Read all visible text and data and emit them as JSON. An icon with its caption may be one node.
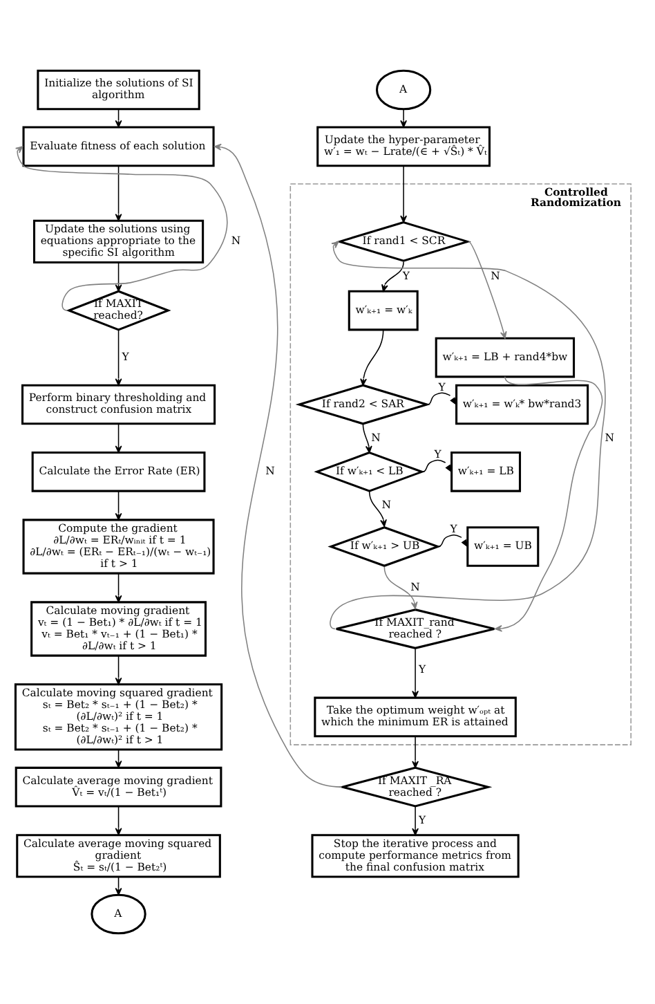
{
  "diagram": {
    "nodes": [
      {
        "text": [
          "Initialize the solutions of SI algorithm"
        ]
      },
      {
        "text": [
          "Evaluate fitness of each solution"
        ]
      },
      {
        "text": [
          "Update the solutions using equations appropriate to the specific SI algorithm"
        ]
      },
      {
        "text": [
          "If MAXIT reached?"
        ]
      },
      {
        "text": [
          "Perform binary thresholding and construct confusion matrix"
        ]
      },
      {
        "text": [
          "Calculate the Error Rate (ER)"
        ]
      },
      {
        "text": [
          "Compute the gradient",
          "∂L/∂wₜ = ERₜ/wᵢₙᵢₜ if t = 1",
          "∂L/∂wₜ = (ERₜ − ERₜ₋₁)/(wₜ − wₜ₋₁) if t > 1"
        ]
      },
      {
        "text": [
          "Calculate moving gradient",
          "vₜ = (1 − Bet₁) * ∂L/∂wₜ if t = 1",
          "vₜ = Bet₁ * vₜ₋₁ + (1 − Bet₁) * ∂L/∂wₜ if t > 1"
        ]
      },
      {
        "text": [
          "Calculate moving squared gradient",
          "sₜ = Bet₂ * sₜ₋₁ + (1 − Bet₂) * (∂L/∂wₜ)² if t = 1",
          "sₜ = Bet₂ * sₜ₋₁ + (1 − Bet₂) * (∂L/∂wₜ)² if t > 1"
        ]
      },
      {
        "text": [
          "Calculate average moving gradient",
          "V̂ₜ = vₜ/(1 − Bet₁ᵗ)"
        ]
      },
      {
        "text": [
          "Calculate average moving squared gradient",
          "Ŝₜ = sₜ/(1 − Bet₂ᵗ)"
        ]
      },
      {
        "text": [
          "A"
        ]
      },
      {
        "text": [
          "A"
        ]
      },
      {
        "text": [
          "Update the hyper-parameter",
          "w′₁ = wₜ − Lrate/(∈ + √Ŝₜ) * V̂ₜ"
        ]
      },
      {
        "text": [
          "Controlled Randomization"
        ]
      },
      {
        "text": [
          "If rand1 < SCR"
        ],
        "in": 14
      },
      {
        "text": [
          "w′ₖ₊₁ = w′ₖ"
        ],
        "in": 14
      },
      {
        "text": [
          "If rand2 < SAR"
        ],
        "in": 14
      },
      {
        "text": [
          "w′ₖ₊₁ = w′ₖ* bw*rand3"
        ],
        "in": 14
      },
      {
        "text": [
          "If w′ₖ₊₁ < LB"
        ],
        "in": 14
      },
      {
        "text": [
          "w′ₖ₊₁ = LB"
        ],
        "in": 14
      },
      {
        "text": [
          "If w′ₖ₊₁ > UB"
        ],
        "in": 14
      },
      {
        "text": [
          "w′ₖ₊₁ = UB"
        ],
        "in": 14
      },
      {
        "text": [
          "w′ₖ₊₁ = LB + rand4*bw"
        ],
        "in": 14
      },
      {
        "text": [
          "If MAXIT_rand reached ?"
        ],
        "in": 14
      },
      {
        "text": [
          "Take the optimum weight w′ₒₚₜ at which the minimum ER is attained"
        ],
        "in": 14
      },
      {
        "text": [
          "If MAXIT _RA reached ?"
        ]
      },
      {
        "text": [
          "Stop the iterative process and compute performance metrics from the final confusion matrix"
        ]
      }
    ],
    "edges": [
      {
        "from": 0,
        "to": 1,
        "arrow": "to"
      },
      {
        "from": 1,
        "to": 2,
        "arrow": "to"
      },
      {
        "from": 2,
        "to": 3,
        "arrow": "to"
      },
      {
        "from": 3,
        "to": 4,
        "arrow": "to",
        "label": "Y"
      },
      {
        "from": 3,
        "to": 1,
        "arrow": "to",
        "label": "N",
        "color": "#808080"
      },
      {
        "from": 4,
        "to": 5,
        "arrow": "to"
      },
      {
        "from": 5,
        "to": 6,
        "arrow": "to"
      },
      {
        "from": 6,
        "to": 7,
        "arrow": "to"
      },
      {
        "from": 7,
        "to": 8,
        "arrow": "to"
      },
      {
        "from": 8,
        "to": 9,
        "arrow": "to"
      },
      {
        "from": 9,
        "to": 10,
        "arrow": "to"
      },
      {
        "from": 10,
        "to": 11,
        "arrow": "to"
      },
      {
        "from": 12,
        "to": 13,
        "arrow": "to"
      },
      {
        "from": 13,
        "to": 15,
        "arrow": "to"
      },
      {
        "from": 15,
        "to": 16,
        "arrow": "to",
        "label": "Y"
      },
      {
        "from": 15,
        "to": 23,
        "arrow": "to",
        "label": "N",
        "color": "#808080"
      },
      {
        "from": 16,
        "to": 17,
        "arrow": "to"
      },
      {
        "from": 17,
        "to": 18,
        "arrow": "to",
        "label": "Y"
      },
      {
        "from": 17,
        "to": 19,
        "arrow": "to",
        "label": "N"
      },
      {
        "from": 19,
        "to": 20,
        "arrow": "to",
        "label": "Y"
      },
      {
        "from": 19,
        "to": 21,
        "arrow": "to",
        "label": "N"
      },
      {
        "from": 21,
        "to": 22,
        "arrow": "to",
        "label": "Y"
      },
      {
        "from": 21,
        "to": 24,
        "arrow": "to",
        "label": "N",
        "color": "#808080"
      },
      {
        "from": 23,
        "to": 24,
        "arrow": "to",
        "color": "#808080"
      },
      {
        "from": 24,
        "to": 15,
        "arrow": "to",
        "label": "N",
        "color": "#808080"
      },
      {
        "from": 24,
        "to": 25,
        "arrow": "to",
        "label": "Y"
      },
      {
        "from": 25,
        "to": 26,
        "arrow": "to"
      },
      {
        "from": 26,
        "to": 27,
        "arrow": "to",
        "label": "Y"
      },
      {
        "from": 26,
        "to": 1,
        "arrow": "to",
        "label": "N",
        "color": "#808080"
      }
    ]
  }
}
